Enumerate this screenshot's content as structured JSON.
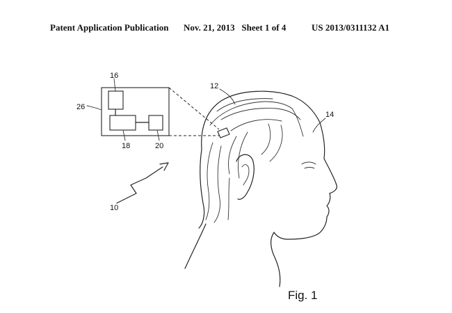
{
  "header": {
    "publication": "Patent Application Publication",
    "date_sheet": "Nov. 21, 2013   Sheet 1 of 4",
    "number": "US 2013/0311132 A1"
  },
  "figure": {
    "caption": "Fig. 1",
    "reference_labels": {
      "system": "10",
      "hair": "12",
      "head": "14",
      "component_top": "16",
      "component_main": "18",
      "component_side": "20",
      "device": "26"
    }
  }
}
